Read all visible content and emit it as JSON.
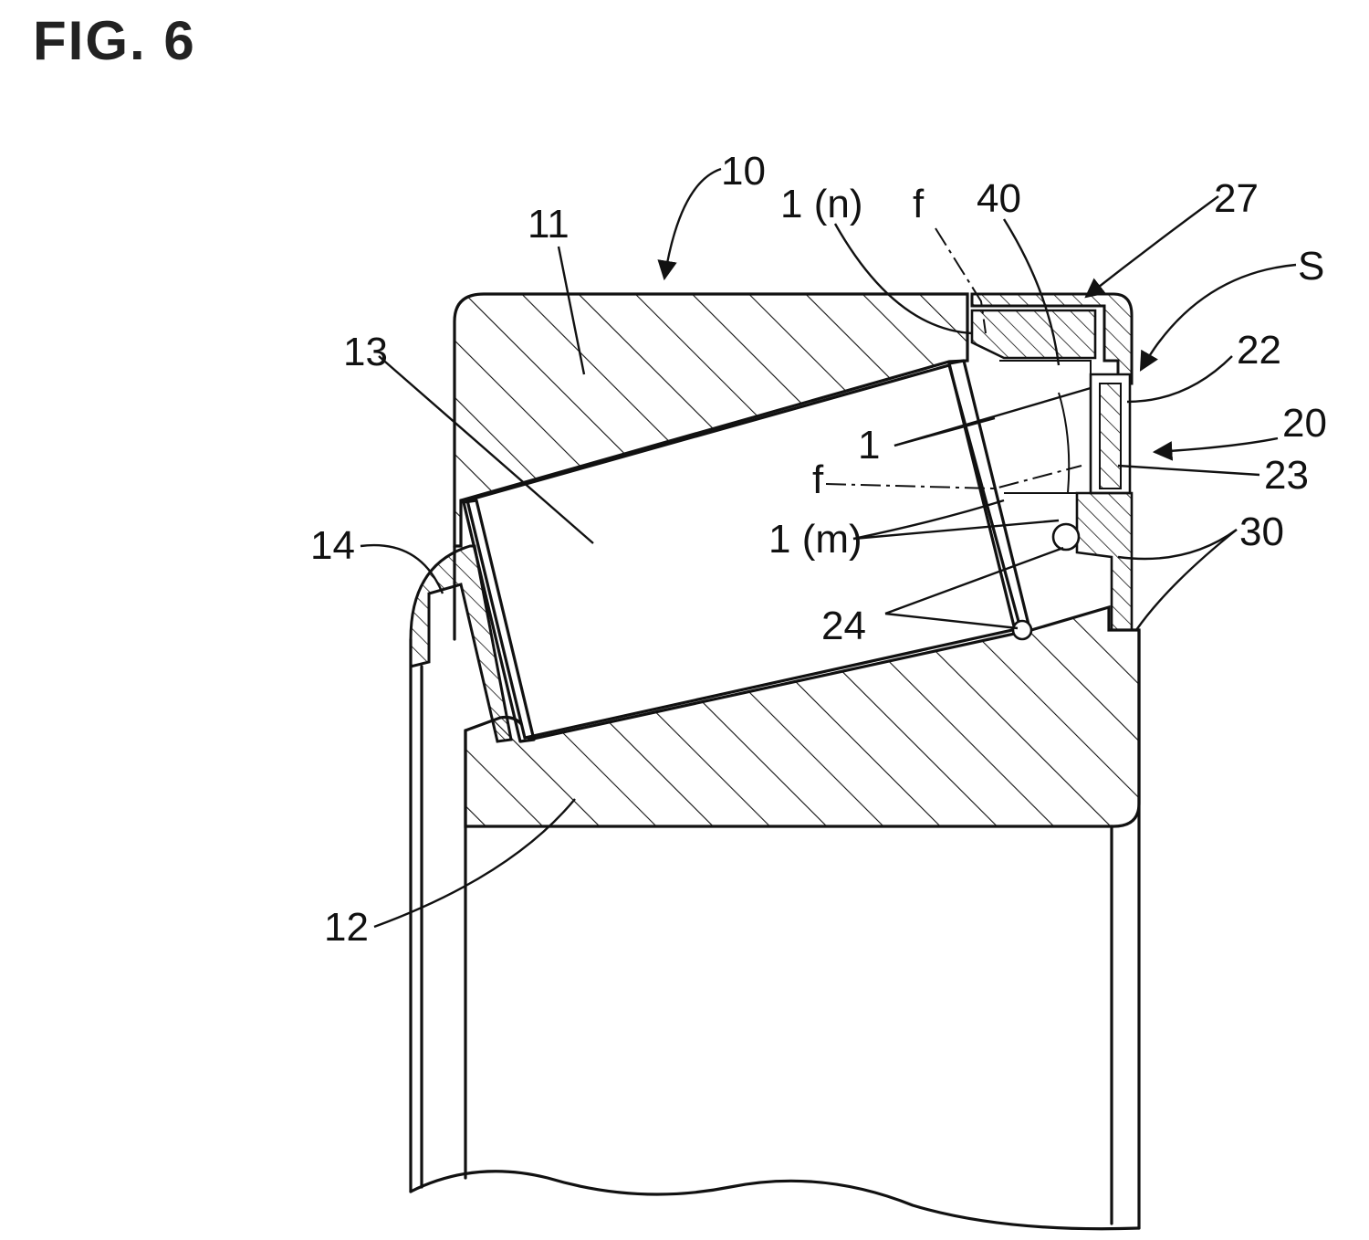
{
  "figure": {
    "title": "FIG. 6"
  },
  "labels": {
    "ref_10": "10",
    "ref_11": "11",
    "ref_1n": "1 (n)",
    "ref_f_top": "f",
    "ref_40": "40",
    "ref_27": "27",
    "ref_S": "S",
    "ref_13": "13",
    "ref_22": "22",
    "ref_20": "20",
    "ref_1": "1",
    "ref_f_mid": "f",
    "ref_23": "23",
    "ref_1m": "1 (m)",
    "ref_30": "30",
    "ref_14": "14",
    "ref_24": "24",
    "ref_12": "12"
  },
  "colors": {
    "line": "#111111",
    "background": "#ffffff"
  }
}
